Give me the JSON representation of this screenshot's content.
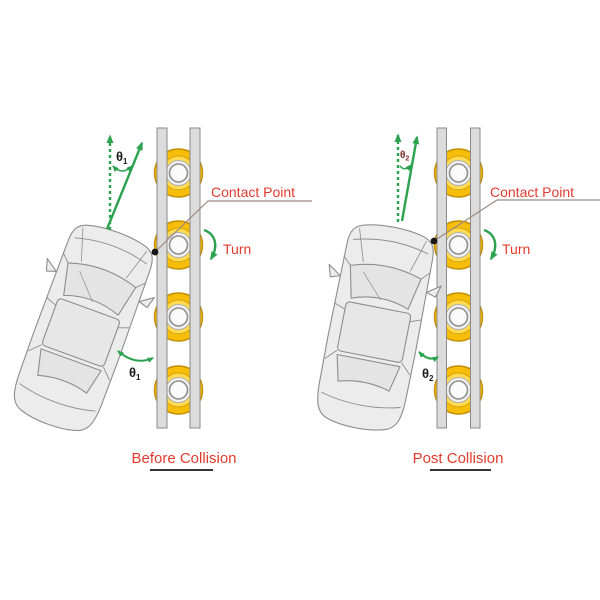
{
  "diagram_type": "car-to-guardrail collision schematic, top view, two states",
  "colors": {
    "background": "#ffffff",
    "label_red": "#e23b2e",
    "arrow_green": "#2ba24e",
    "rail_fill": "#dcdcdc",
    "rail_stroke": "#8a8a8a",
    "roller_gold": "#f6be0a",
    "roller_gold_dark": "#c28e00",
    "roller_gold_light": "#ffd94f",
    "roller_hub": "#fbfbfb",
    "car_fill": "#ececec",
    "car_stroke": "#8d8d8d",
    "leader_line": "#9c8b82",
    "underline_black": "#1a1a1a"
  },
  "panels": [
    {
      "caption": "Before Collision",
      "labels": {
        "contact_point": "Contact Point",
        "turn": "Turn"
      },
      "angle": {
        "symbol": "θ",
        "subscript": "1"
      },
      "car_heading_deg": 20,
      "rollers": 4
    },
    {
      "caption": "Post Collision",
      "labels": {
        "contact_point": "Contact Point",
        "turn": "Turn"
      },
      "angle": {
        "symbol": "θ",
        "subscript": "2"
      },
      "car_heading_deg": 11,
      "rollers": 4
    }
  ]
}
